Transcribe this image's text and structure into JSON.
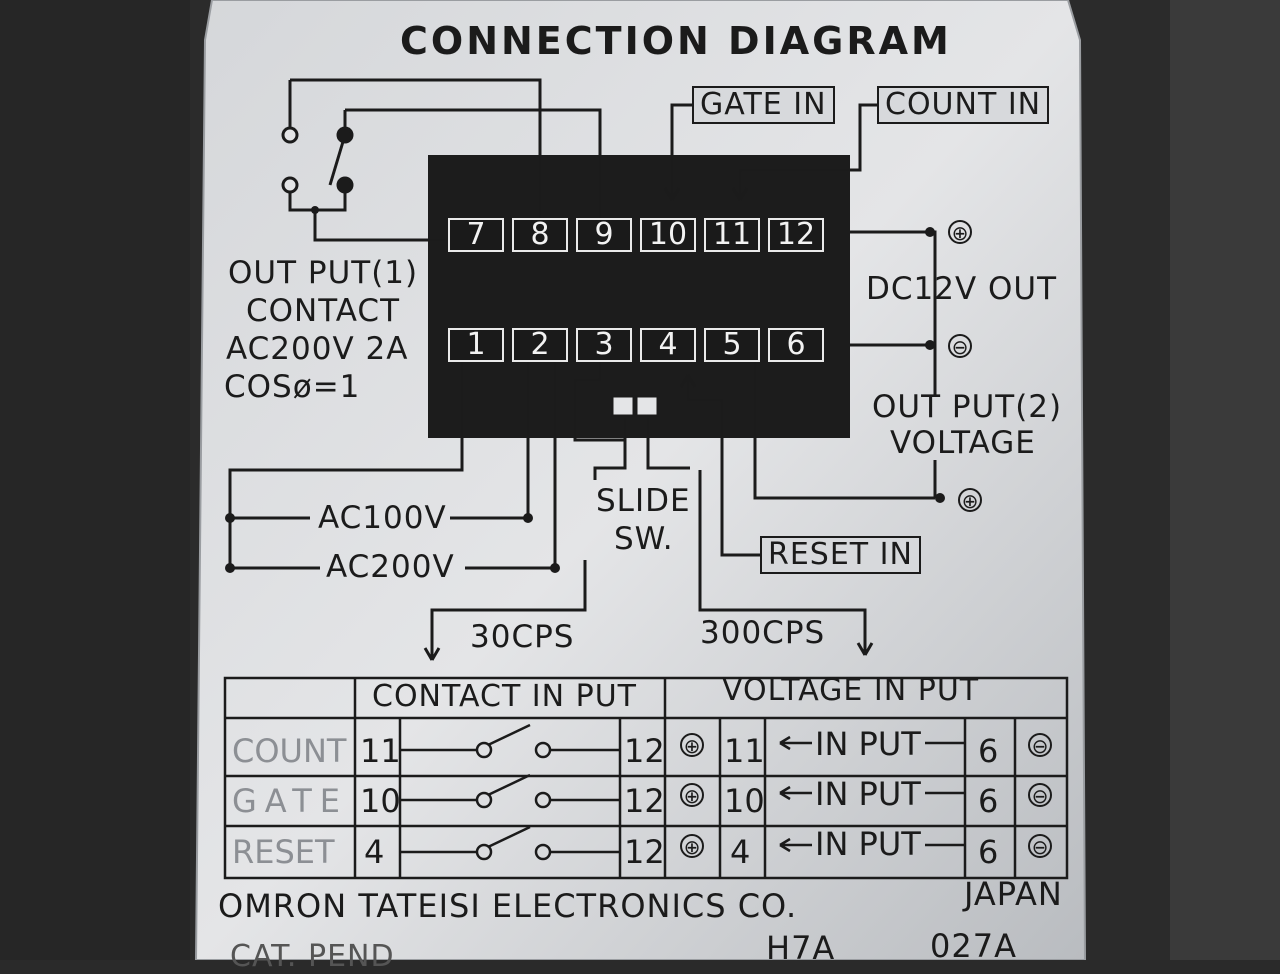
{
  "title": "CONNECTION DIAGRAM",
  "terminals_top": [
    "7",
    "8",
    "9",
    "10",
    "11",
    "12"
  ],
  "terminals_bottom": [
    "1",
    "2",
    "3",
    "4",
    "5",
    "6"
  ],
  "labels": {
    "gate_in": "GATE IN",
    "count_in": "COUNT IN",
    "output1_line1": "OUT PUT(1)",
    "output1_line2": "CONTACT",
    "output1_line3": "AC200V 2A",
    "output1_line4": "COSø=1",
    "dc12v_out": "DC12V OUT",
    "output2_line1": "OUT PUT(2)",
    "output2_line2": "VOLTAGE",
    "ac100v": "AC100V",
    "ac200v": "AC200V",
    "slide_sw_line1": "SLIDE",
    "slide_sw_line2": "SW.",
    "reset_in": "RESET IN",
    "cps_30": "30CPS",
    "cps_300": "300CPS",
    "plus": "⊕",
    "minus": "⊖"
  },
  "table": {
    "header_contact": "CONTACT IN PUT",
    "header_voltage": "VOLTAGE IN PUT",
    "rows": [
      {
        "name": "COUNT",
        "contact_pin": "11",
        "common_pin": "12",
        "voltage_pin": "11",
        "input_label": "IN PUT",
        "neg_pin": "6"
      },
      {
        "name": "GATE",
        "contact_pin": "10",
        "common_pin": "12",
        "voltage_pin": "10",
        "input_label": "IN PUT",
        "neg_pin": "6"
      },
      {
        "name": "RESET",
        "contact_pin": "4",
        "common_pin": "12",
        "voltage_pin": "4",
        "input_label": "IN PUT",
        "neg_pin": "6"
      }
    ]
  },
  "footer": {
    "maker": "OMRON TATEISI ELECTRONICS CO.",
    "country": "JAPAN",
    "partial_left": "CAT. PEND",
    "model": "H7A",
    "code": "027A"
  }
}
